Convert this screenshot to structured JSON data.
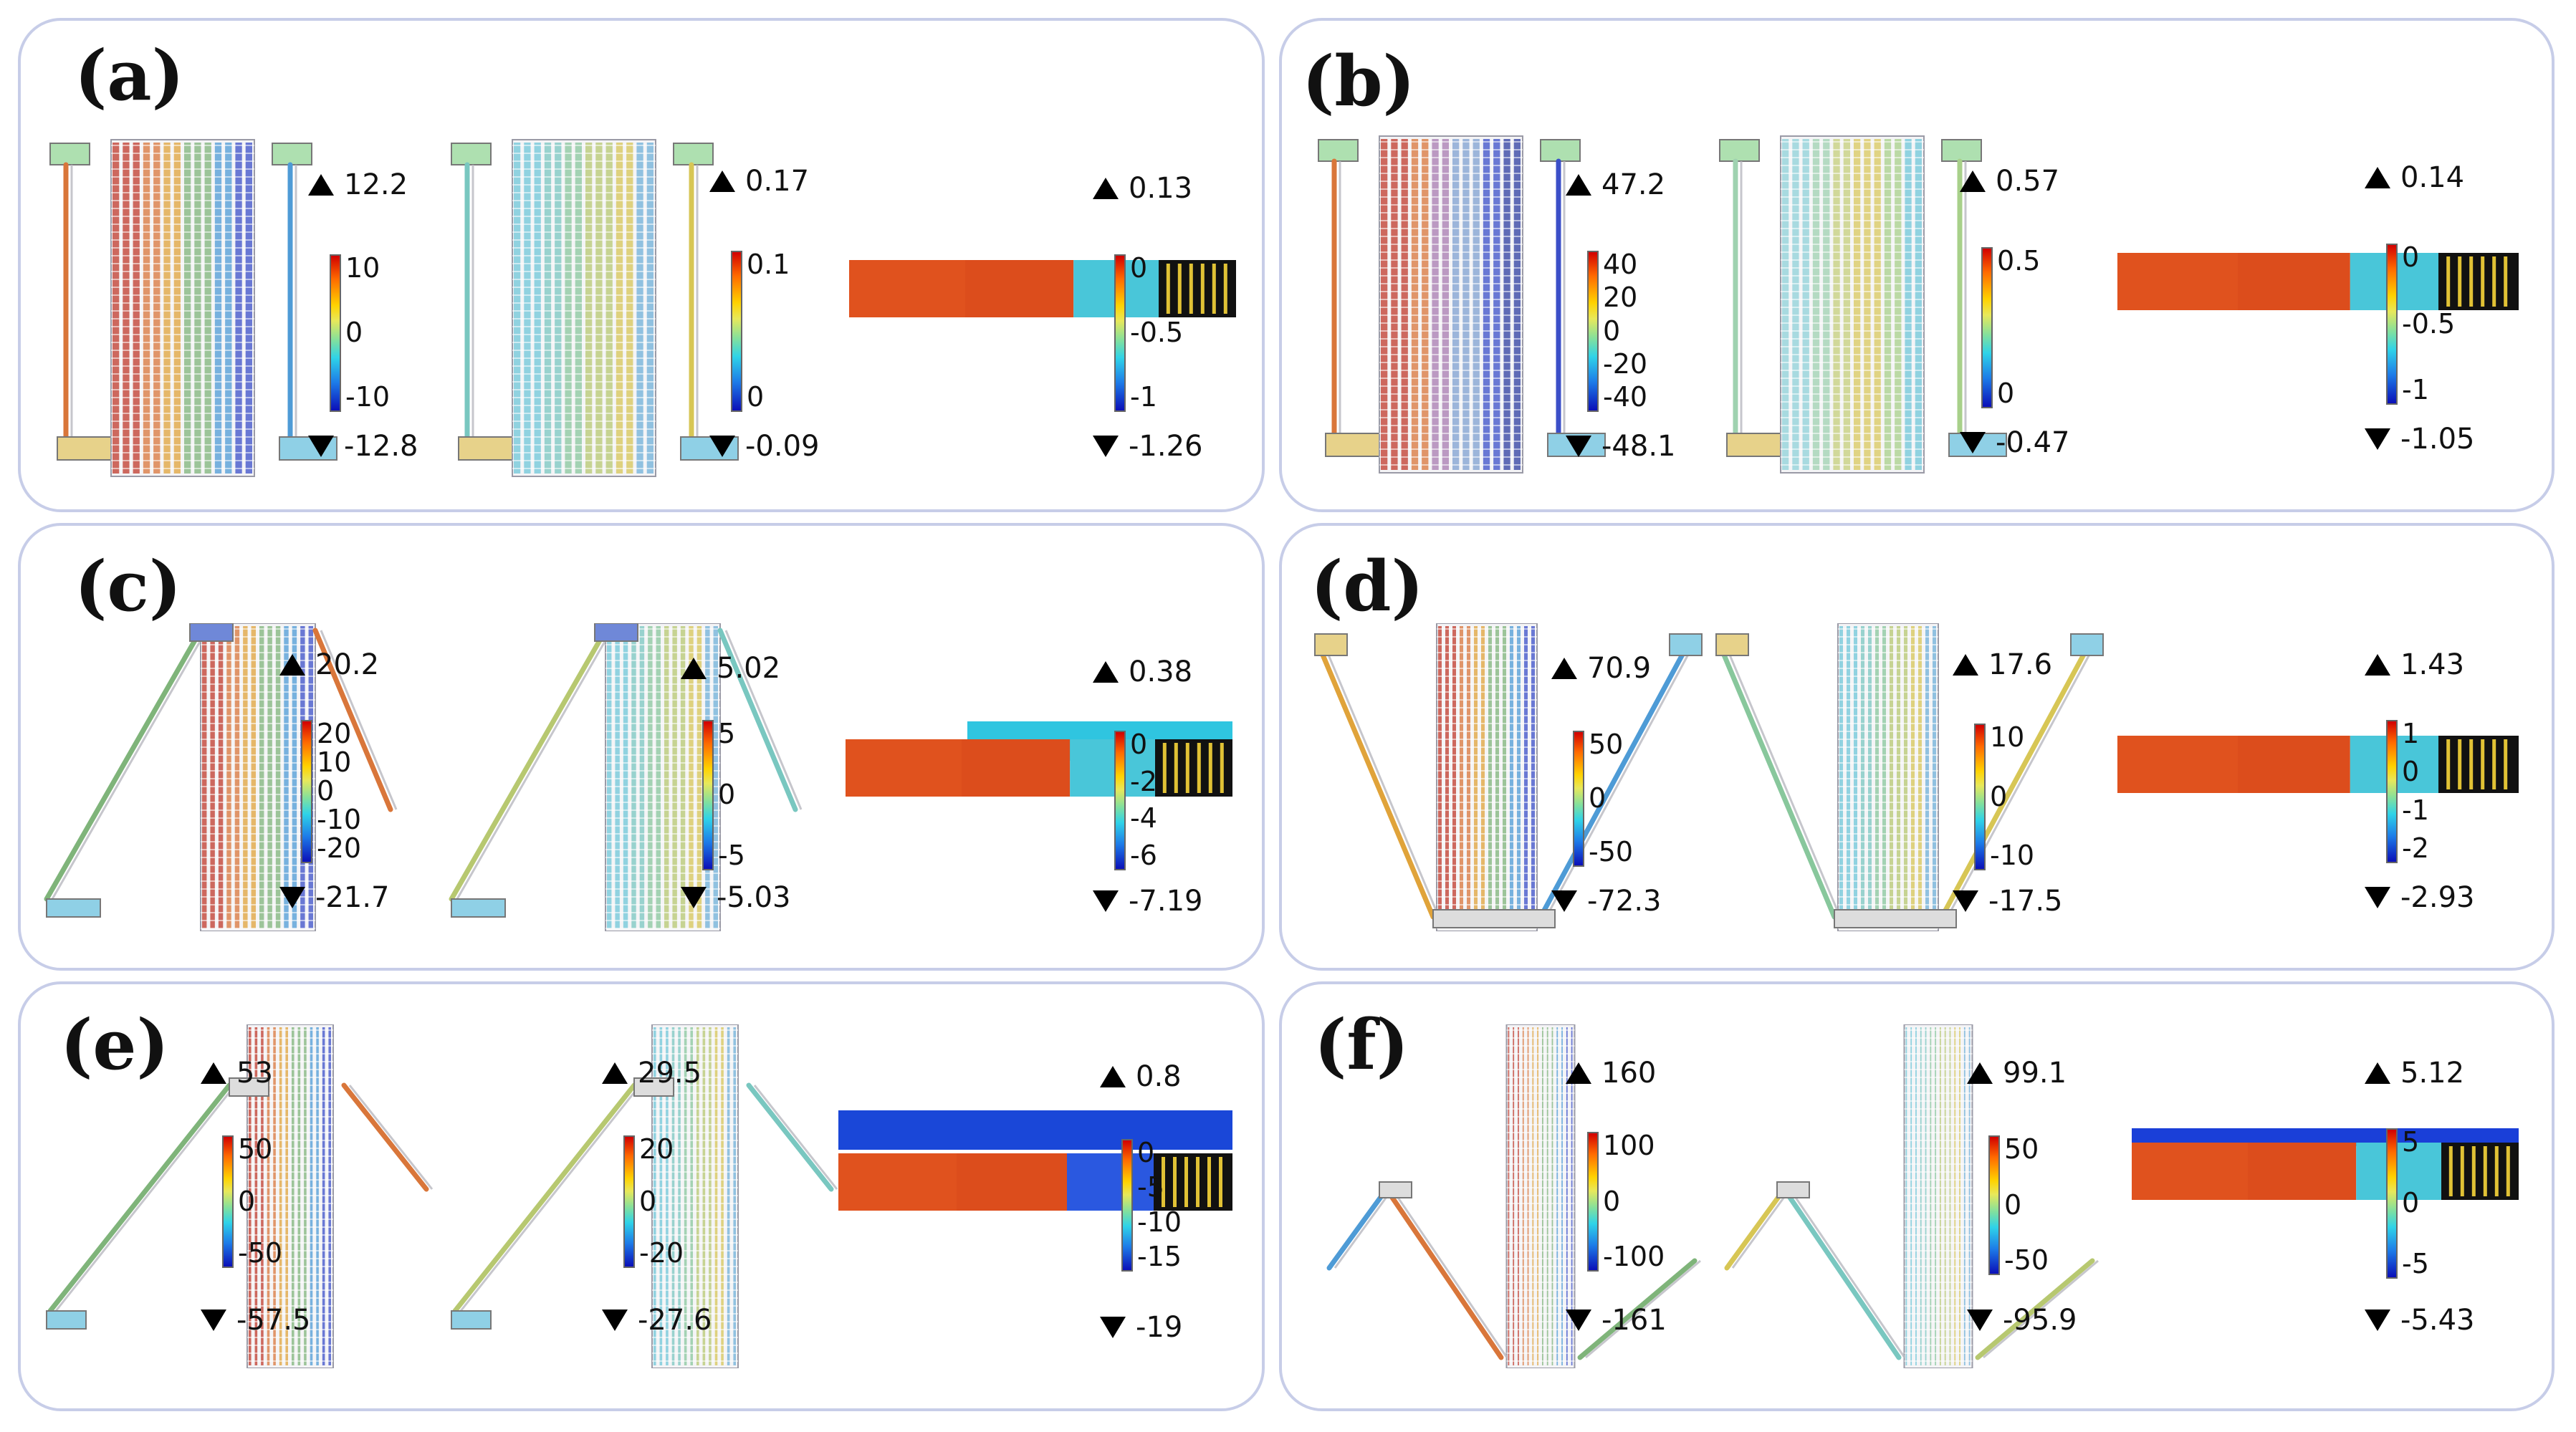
{
  "panels": [
    {
      "label": "(a)",
      "legends": [
        {
          "max": "12.2",
          "min": "-12.8",
          "ticks": [
            "10",
            "0",
            "-10"
          ]
        },
        {
          "max": "0.17",
          "min": "-0.09",
          "ticks": [
            "0.1",
            "0"
          ]
        },
        {
          "max": "0.13",
          "min": "-1.26",
          "ticks": [
            "0",
            "-0.5",
            "-1"
          ]
        }
      ]
    },
    {
      "label": "(b)",
      "legends": [
        {
          "max": "47.2",
          "min": "-48.1",
          "ticks": [
            "40",
            "20",
            "0",
            "-20",
            "-40"
          ]
        },
        {
          "max": "0.57",
          "min": "-0.47",
          "ticks": [
            "0.5",
            "0"
          ]
        },
        {
          "max": "0.14",
          "min": "-1.05",
          "ticks": [
            "0",
            "-0.5",
            "-1"
          ]
        }
      ]
    },
    {
      "label": "(c)",
      "legends": [
        {
          "max": "20.2",
          "min": "-21.7",
          "ticks": [
            "20",
            "10",
            "0",
            "-10",
            "-20"
          ]
        },
        {
          "max": "5.02",
          "min": "-5.03",
          "ticks": [
            "5",
            "0",
            "-5"
          ]
        },
        {
          "max": "0.38",
          "min": "-7.19",
          "ticks": [
            "0",
            "-2",
            "-4",
            "-6"
          ]
        }
      ]
    },
    {
      "label": "(d)",
      "legends": [
        {
          "max": "70.9",
          "min": "-72.3",
          "ticks": [
            "50",
            "0",
            "-50"
          ]
        },
        {
          "max": "17.6",
          "min": "-17.5",
          "ticks": [
            "10",
            "0",
            "-10"
          ]
        },
        {
          "max": "1.43",
          "min": "-2.93",
          "ticks": [
            "1",
            "0",
            "-1",
            "-2"
          ]
        }
      ]
    },
    {
      "label": "(e)",
      "legends": [
        {
          "max": "53",
          "min": "-57.5",
          "ticks": [
            "50",
            "0",
            "-50"
          ]
        },
        {
          "max": "29.5",
          "min": "-27.6",
          "ticks": [
            "20",
            "0",
            "-20"
          ]
        },
        {
          "max": "0.8",
          "min": "-19",
          "ticks": [
            "0",
            "-5",
            "-10",
            "-15"
          ]
        }
      ]
    },
    {
      "label": "(f)",
      "legends": [
        {
          "max": "160",
          "min": "-161",
          "ticks": [
            "100",
            "0",
            "-100"
          ]
        },
        {
          "max": "99.1",
          "min": "-95.9",
          "ticks": [
            "50",
            "0",
            "-50"
          ]
        },
        {
          "max": "5.12",
          "min": "-5.43",
          "ticks": [
            "5",
            "0",
            "-5"
          ]
        }
      ]
    }
  ]
}
